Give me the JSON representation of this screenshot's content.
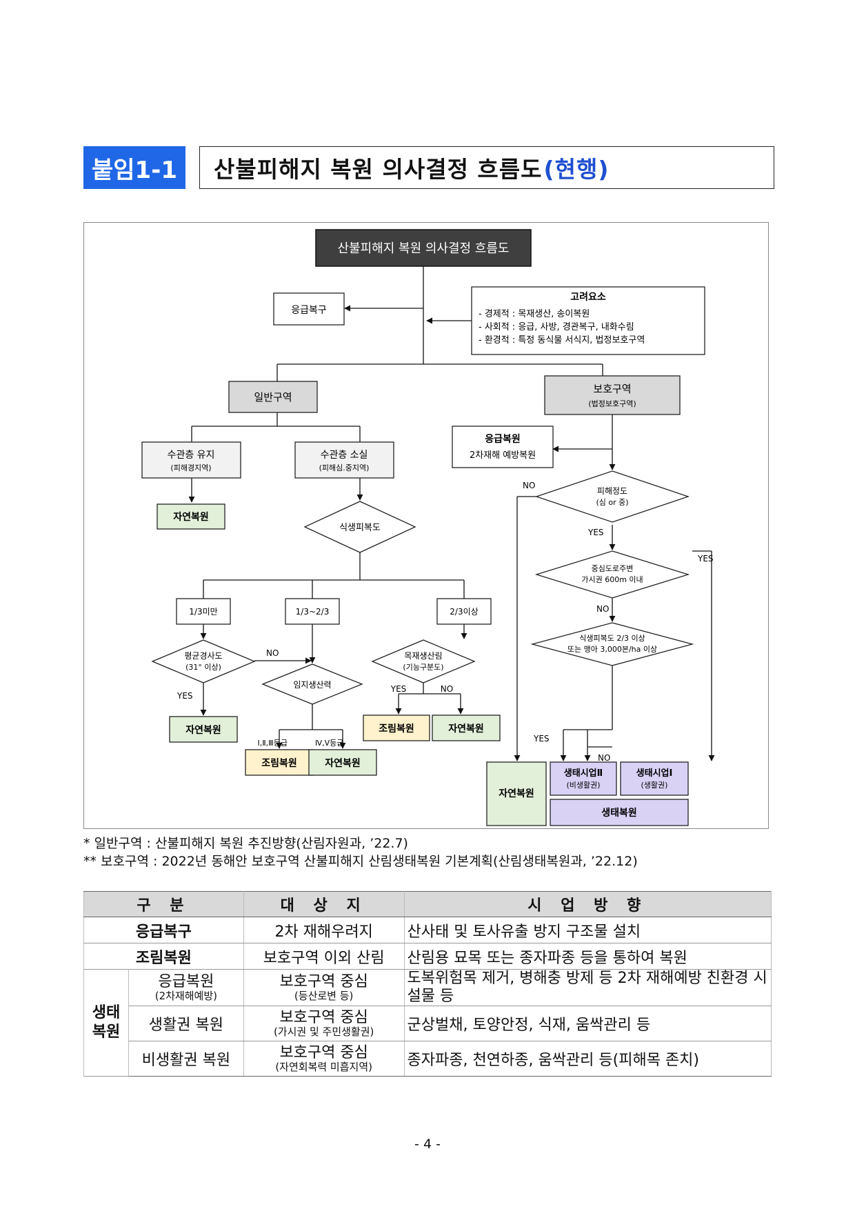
{
  "header": {
    "badge": "붙임1-1",
    "title": "산불피해지 복원 의사결정 흐름도",
    "title_tag": "(현행)"
  },
  "flow": {
    "top_title": "산불피해지 복원 의사결정 흐름도",
    "emergency_recovery": "응급복구",
    "factors_title": "고려요소",
    "factor_1": "- 경제적 : 목재생산, 송이복원",
    "factor_2": "- 사회적 : 응급, 사방, 경관복구, 내화수림",
    "factor_3": "- 환경적 : 특정 동식물 서식지, 법정보호구역",
    "general_zone": "일반구역",
    "protected_zone": "보호구역",
    "protected_zone_sub": "(법정보호구역)",
    "crown_kept": "수관층 유지",
    "crown_kept_sub": "(피해경지역)",
    "crown_lost": "수관층 소실",
    "crown_lost_sub": "(피해심.중지역)",
    "natural_1": "자연복원",
    "veg_cover": "식생피복도",
    "lt_third": "1/3미만",
    "third_range": "1/3~2/3",
    "gt_two_third": "2/3이상",
    "slope": "평균경사도",
    "slope_sub": "(31° 이상)",
    "no_1": "NO",
    "yes_1": "YES",
    "natural_2": "자연복원",
    "site_prod": "임지생산력",
    "grade_123": "Ⅰ,Ⅱ,Ⅲ등급",
    "grade_45": "Ⅳ,Ⅴ등급",
    "plant_1": "조림복원",
    "natural_3": "자연복원",
    "timber_forest": "목재생산림",
    "timber_forest_sub": "(기능구분도)",
    "yes_2": "YES",
    "no_2": "NO",
    "plant_2": "조림복원",
    "natural_4": "자연복원",
    "emergency_restore": "응급복원",
    "secondary_prevent": "2차재해 예방복원",
    "damage_degree": "피해정도",
    "damage_degree_sub": "(심 or 중)",
    "no_3": "NO",
    "yes_3": "YES",
    "road_visibility_1": "중심도로주변",
    "road_visibility_2": "가시권 600m 이내",
    "yes_4": "YES",
    "no_4": "NO",
    "veg_cover_2": "식생피복도 2/3 이상",
    "veg_cover_2_sub": "또는 맹아 3,000본/ha 이상",
    "yes_5": "YES",
    "no_5": "NO",
    "natural_5": "자연복원",
    "eco_project_2": "생태시업Ⅱ",
    "eco_project_2_sub": "(비생활권)",
    "eco_project_1": "생태시업Ⅰ",
    "eco_project_1_sub": "(생활권)",
    "eco_restore": "생태복원"
  },
  "notes": {
    "note_1": "*  일반구역 : 산불피해지 복원 추진방향(산림자원과, ’22.7)",
    "note_2": "** 보호구역 : 2022년 동해안 보호구역 산불피해지 산림생태복원 기본계획(산림생태복원과, ’22.12)"
  },
  "table": {
    "headers": [
      "구 분",
      "대 상 지",
      "시 업 방 향"
    ],
    "row1": {
      "category": "응급복구",
      "target": "2차 재해우려지",
      "direction": "산사태 및 토사유출 방지 구조물 설치"
    },
    "row2": {
      "category": "조림복원",
      "target": "보호구역 이외 산림",
      "direction": "산림용 묘목 또는 종자파종 등을 통하여 복원"
    },
    "group": "생태\n복원",
    "row3": {
      "category": "응급복원",
      "category_sub": "(2차재해예방)",
      "target": "보호구역 중심",
      "target_sub": "(등산로변 등)",
      "direction": "도복위험목 제거, 병해충 방제 등 2차 재해예방 친환경 시설물 등"
    },
    "row4": {
      "category": "생활권 복원",
      "target": "보호구역 중심",
      "target_sub": "(가시권 및 주민생활권)",
      "direction": "군상벌채, 토양안정, 식재, 움싹관리 등"
    },
    "row5": {
      "category": "비생활권 복원",
      "target": "보호구역 중심",
      "target_sub": "(자연회복력 미흡지역)",
      "direction": "종자파종, 천연하종, 움싹관리 등(피해목 존치)"
    }
  },
  "footer": {
    "page": "- 4 -"
  }
}
